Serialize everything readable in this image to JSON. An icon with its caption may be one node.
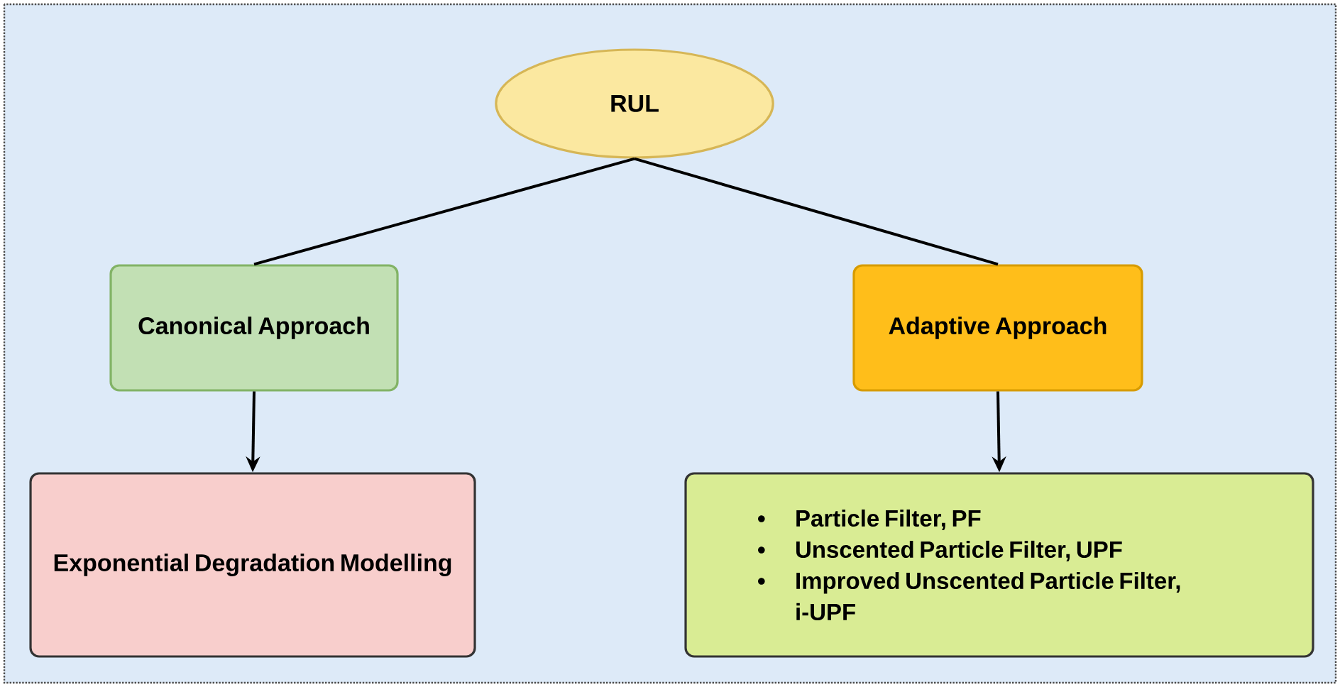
{
  "diagram": {
    "nodes": [
      {
        "text": [
          "RUL"
        ]
      },
      {
        "text": [
          "Canonical Approach"
        ]
      },
      {
        "text": [
          "Adaptive Approach"
        ]
      },
      {
        "text": [
          "Exponential Degradation Modelling"
        ]
      },
      {
        "text": [
          "Particle Filter, PF",
          "Unscented Particle Filter, UPF",
          "Improved Unscented Particle Filter, i-UPF"
        ]
      }
    ],
    "edges": [
      {
        "from": 0,
        "to": 1,
        "arrow": "none"
      },
      {
        "from": 0,
        "to": 2,
        "arrow": "none"
      },
      {
        "from": 1,
        "to": 3,
        "arrow": "to"
      },
      {
        "from": 2,
        "to": 4,
        "arrow": "to"
      }
    ]
  }
}
